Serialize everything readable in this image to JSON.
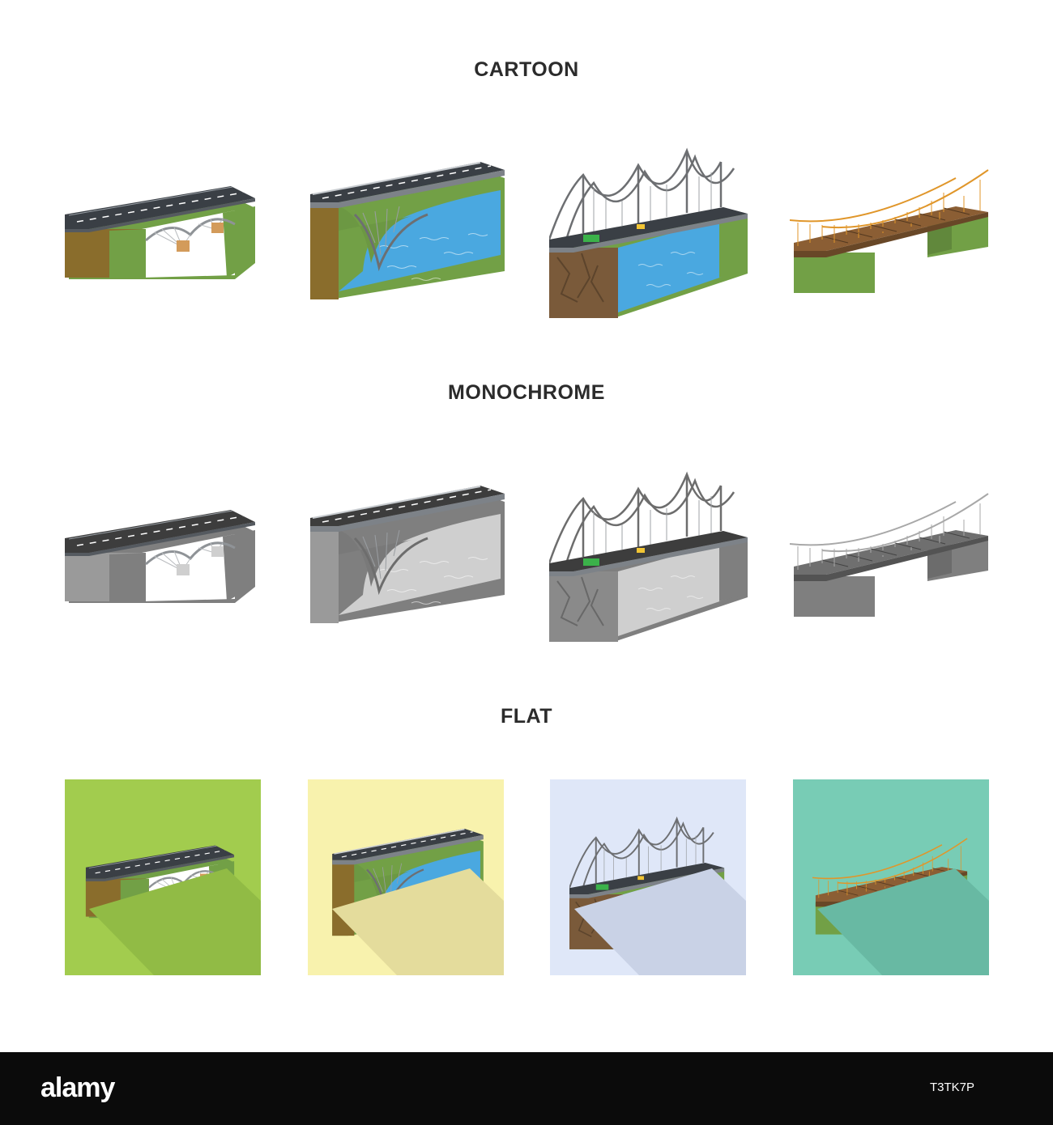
{
  "sections": [
    {
      "heading": "CARTOON"
    },
    {
      "heading": "MONOCHROME"
    },
    {
      "heading": "FLAT"
    }
  ],
  "icons": [
    {
      "name": "arch-bridge-icon"
    },
    {
      "name": "river-arch-bridge-icon"
    },
    {
      "name": "suspension-bridge-icon"
    },
    {
      "name": "rope-bridge-icon"
    }
  ],
  "styles": {
    "cartoon": {
      "ground_front": "#8a6d2c",
      "ground_side": "#72a046",
      "road": "#3a3f45",
      "water": "#4aa8e0",
      "rope": "#e0962a",
      "deck": "#8b5e34",
      "cable": "#6d6f72",
      "cliff": "#7a5a3a",
      "pier": "#d39b5a"
    },
    "monochrome": {
      "ground_front": "#9a9a9a",
      "ground_side": "#7f7f7f",
      "road": "#3d3d3d",
      "water": "#cfcfcf",
      "rope": "#a8a8a8",
      "deck": "#6f6f6f",
      "cable": "#6d6d6d",
      "cliff": "#8a8a8a",
      "pier": "#cfcfcf"
    }
  },
  "flat_backgrounds": [
    "#a2cc4e",
    "#f8f2ad",
    "#dfe7f8",
    "#78ccb5"
  ],
  "flat_shadows": [
    "#91bb45",
    "#e4dc9c",
    "#c9d2e6",
    "#68b9a3"
  ],
  "footer": {
    "logo_text": "alamy",
    "stock_id": "T3TK7P"
  }
}
